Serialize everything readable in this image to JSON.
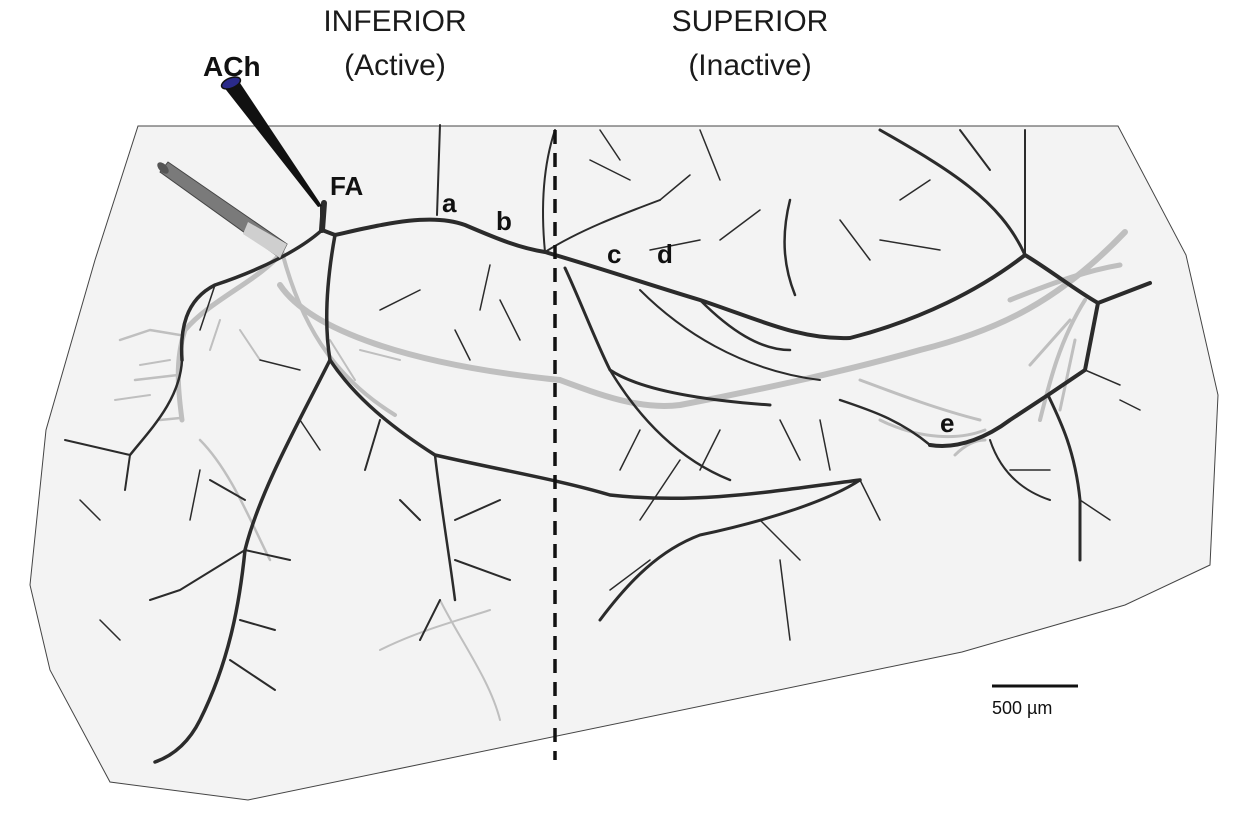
{
  "header": {
    "inferior_title": "INFERIOR",
    "inferior_subtitle": "(Active)",
    "superior_title": "SUPERIOR",
    "superior_subtitle": "(Inactive)"
  },
  "pipette_label": "ACh",
  "feed_artery_label": "FA",
  "segment_labels": {
    "a": "a",
    "b": "b",
    "c": "c",
    "d": "d",
    "e": "e"
  },
  "scale_bar_label": "500 µm",
  "colors": {
    "arteriole_network": "#2b2b2b",
    "venule_network": "#bdbdbd",
    "tissue": "#f2f2f2",
    "pipette_tip": "#2a2a8a"
  }
}
